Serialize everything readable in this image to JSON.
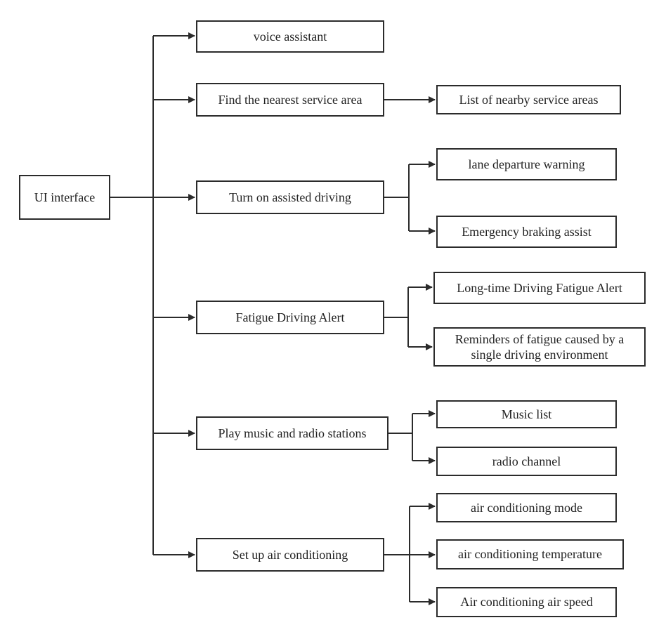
{
  "root": {
    "label": "UI interface"
  },
  "branches": [
    {
      "label": "voice assistant",
      "children": []
    },
    {
      "label": "Find the nearest service area",
      "children": [
        "List of nearby service areas"
      ]
    },
    {
      "label": "Turn on assisted driving",
      "children": [
        "lane departure warning",
        "Emergency braking assist"
      ]
    },
    {
      "label": "Fatigue Driving Alert",
      "children": [
        "Long-time Driving Fatigue Alert",
        "Reminders of fatigue caused by a single driving environment"
      ]
    },
    {
      "label": "Play music and radio stations",
      "children": [
        "Music list",
        "radio channel"
      ]
    },
    {
      "label": "Set up air conditioning",
      "children": [
        "air conditioning mode",
        "air conditioning temperature",
        "Air conditioning air speed"
      ]
    }
  ]
}
